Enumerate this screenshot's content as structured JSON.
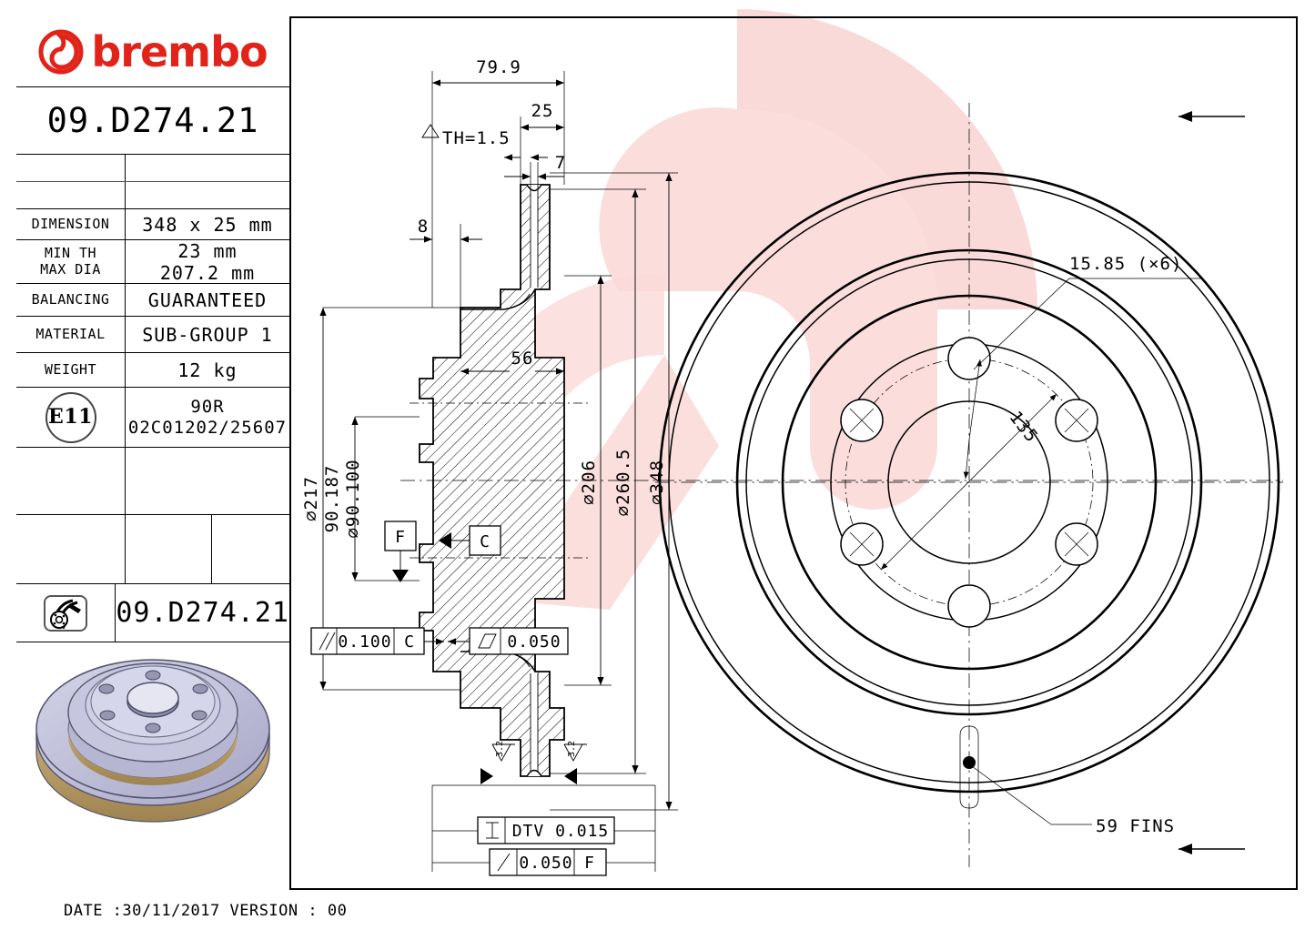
{
  "document": {
    "brand": "brembo",
    "part_number": "09.D274.21",
    "part_number_repeat": "09.D274.21",
    "footer": "DATE :30/11/2017 VERSION : 00",
    "brand_color": "#e2231a"
  },
  "spec_table": {
    "rows": [
      {
        "label": "DIMENSION",
        "value": "348 x 25 mm"
      },
      {
        "label": "MIN TH\nMAX DIA",
        "value": "23 mm\n207.2 mm"
      },
      {
        "label": "BALANCING",
        "value": "GUARANTEED"
      },
      {
        "label": "MATERIAL",
        "value": "SUB-GROUP 1"
      },
      {
        "label": "WEIGHT",
        "value": "12 kg"
      },
      {
        "label": "E11",
        "value": "90R\n02C01202/25607"
      }
    ],
    "dimension_label": "DIMENSION",
    "dimension_value": "348 x 25 mm",
    "min_th_label": "MIN TH",
    "max_dia_label": "MAX DIA",
    "min_th_value": "23 mm",
    "max_dia_value": "207.2 mm",
    "balancing_label": "BALANCING",
    "balancing_value": "GUARANTEED",
    "material_label": "MATERIAL",
    "material_value": "SUB-GROUP 1",
    "weight_label": "WEIGHT",
    "weight_value": "12 kg",
    "approval_mark": "E11",
    "approval_line1": "90R",
    "approval_line2": "02C01202/25607"
  },
  "section_view": {
    "overall_width": "79.9",
    "disc_thickness": "25",
    "th_wear": "TH=1.5",
    "vane_dim": "7",
    "hat_offset": "8",
    "hat_depth": "56",
    "outer_dia": "348",
    "inner_dia_1": "260.5",
    "inner_dia_2": "206",
    "hat_dia": "217",
    "bore_max": "90.187",
    "bore_min": "90.100",
    "datum_f": "F",
    "datum_c": "C",
    "parallelism_value": "0.100",
    "parallelism_datum": "C",
    "flatness_value": "0.050",
    "dtv_label": "DTV 0.015",
    "runout_value": "0.050",
    "runout_datum": "F",
    "roughness_left": "3.2",
    "roughness_right": "3.2"
  },
  "face_view": {
    "bolt_hole_dia": "15.85 (×6)",
    "pcd": "135",
    "fins": "59 FINS"
  },
  "product_photo": {
    "body_color": "#bdbdd8",
    "vane_color": "#b89a63",
    "alt": "3d-render-vented-brake-disc"
  }
}
